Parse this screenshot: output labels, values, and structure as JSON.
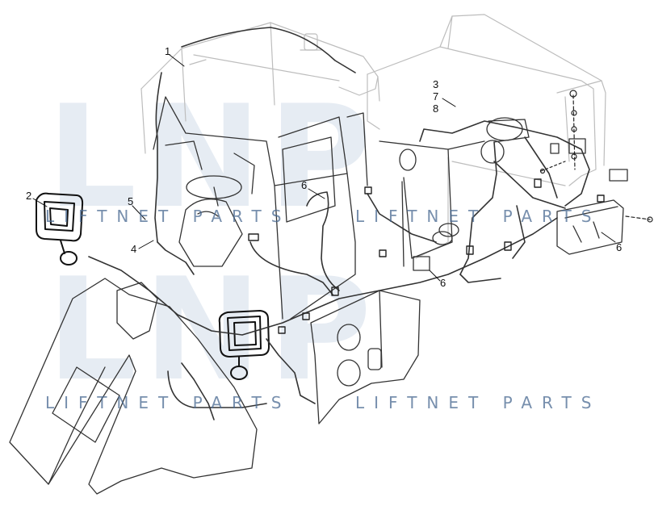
{
  "diagram": {
    "callouts": {
      "c1": "1",
      "c2": "2",
      "c3": "3",
      "c7": "7",
      "c8": "8",
      "c5": "5",
      "c4": "4",
      "c6a": "6",
      "c6b": "6",
      "c6c": "6"
    },
    "watermark_text": "LIFTNET PARTS",
    "logo_text": "LNP",
    "colors": {
      "line": "#333333",
      "light_line": "#bdbdbd",
      "watermark": "#4a6a92",
      "logo": "#c9d6e6"
    }
  }
}
